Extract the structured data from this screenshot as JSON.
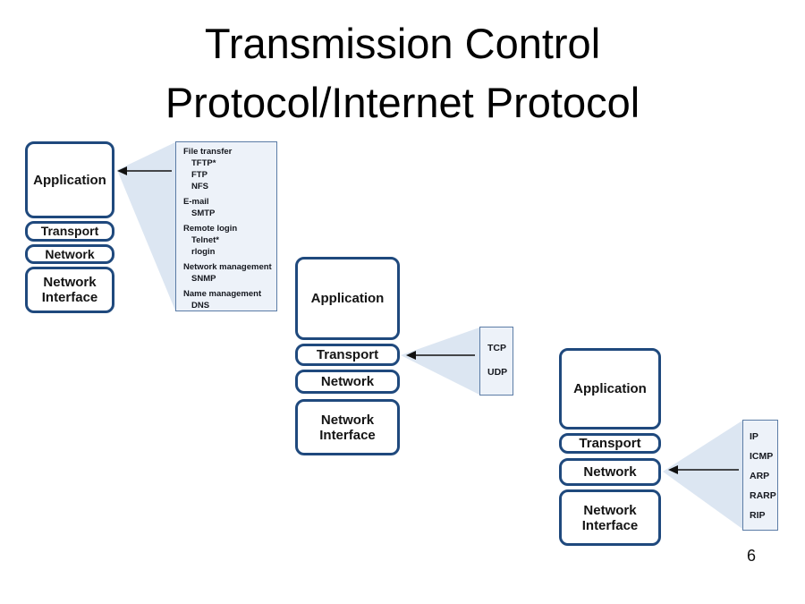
{
  "slide": {
    "title": {
      "line1": "Transmission Control",
      "line2": "Protocol/Internet Protocol"
    },
    "page_number": "6"
  },
  "colors": {
    "background": "#ffffff",
    "layer_box_border": "#1f497d",
    "layer_box_fill": "#ffffff",
    "layer_text": "#141414",
    "wedge_fill": "#dce6f2",
    "callout_fill": "#edf2f9",
    "callout_border": "#5b7ca6",
    "arrow": "#111111",
    "title_text": "#000000"
  },
  "stacks": [
    {
      "name": "application-protocols-stack",
      "layers": {
        "application": "Application",
        "transport": "Transport",
        "network": "Network",
        "network_interface": "Network Interface"
      },
      "callout": {
        "points_to": "Application",
        "groups": [
          {
            "category": "File transfer",
            "protocols": [
              "TFTP*",
              "FTP",
              "NFS"
            ]
          },
          {
            "category": "E-mail",
            "protocols": [
              "SMTP"
            ]
          },
          {
            "category": "Remote login",
            "protocols": [
              "Telnet*",
              "rlogin"
            ]
          },
          {
            "category": "Network management",
            "protocols": [
              "SNMP"
            ]
          },
          {
            "category": "Name management",
            "protocols": [
              "DNS"
            ]
          }
        ]
      }
    },
    {
      "name": "transport-protocols-stack",
      "layers": {
        "application": "Application",
        "transport": "Transport",
        "network": "Network",
        "network_interface": "Network Interface"
      },
      "callout": {
        "points_to": "Transport",
        "protocols": [
          "TCP",
          "UDP"
        ]
      }
    },
    {
      "name": "network-protocols-stack",
      "layers": {
        "application": "Application",
        "transport": "Transport",
        "network": "Network",
        "network_interface": "Network Interface"
      },
      "callout": {
        "points_to": "Network",
        "protocols": [
          "IP",
          "ICMP",
          "ARP",
          "RARP",
          "RIP"
        ]
      }
    }
  ]
}
